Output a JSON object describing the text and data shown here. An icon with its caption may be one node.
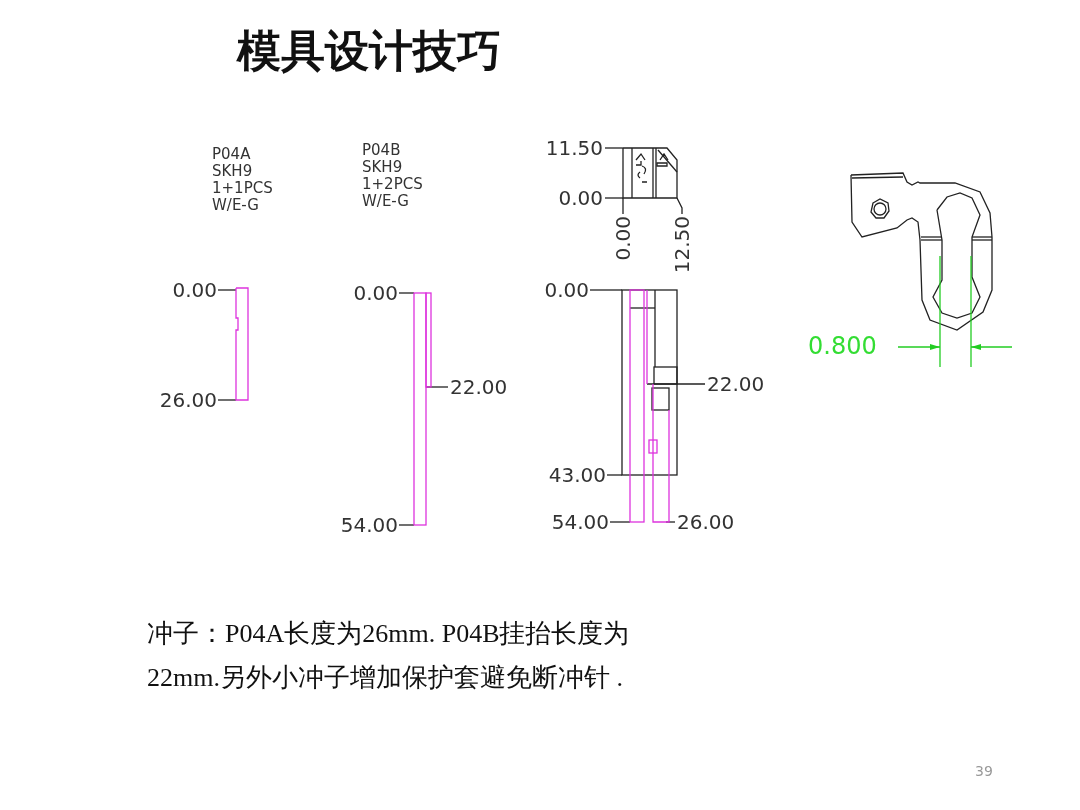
{
  "diagram": {
    "title": "模具设计技巧",
    "caption": "冲子：P04A长度为26mm. P04B挂抬长度为22mm.另外小冲子增加保护套避免断冲针 .",
    "labels": [
      "P04A SKH9 1+1PCS W/E-G",
      "P04B SKH9 1+2PCS W/E-G",
      "11.50",
      "0.00",
      "0.00",
      "12.50",
      "0.800",
      "0.00",
      "26.00",
      "0.00",
      "22.00",
      "54.00",
      "0.00",
      "22.00",
      "43.00",
      "54.00",
      "26.00",
      "39"
    ]
  }
}
